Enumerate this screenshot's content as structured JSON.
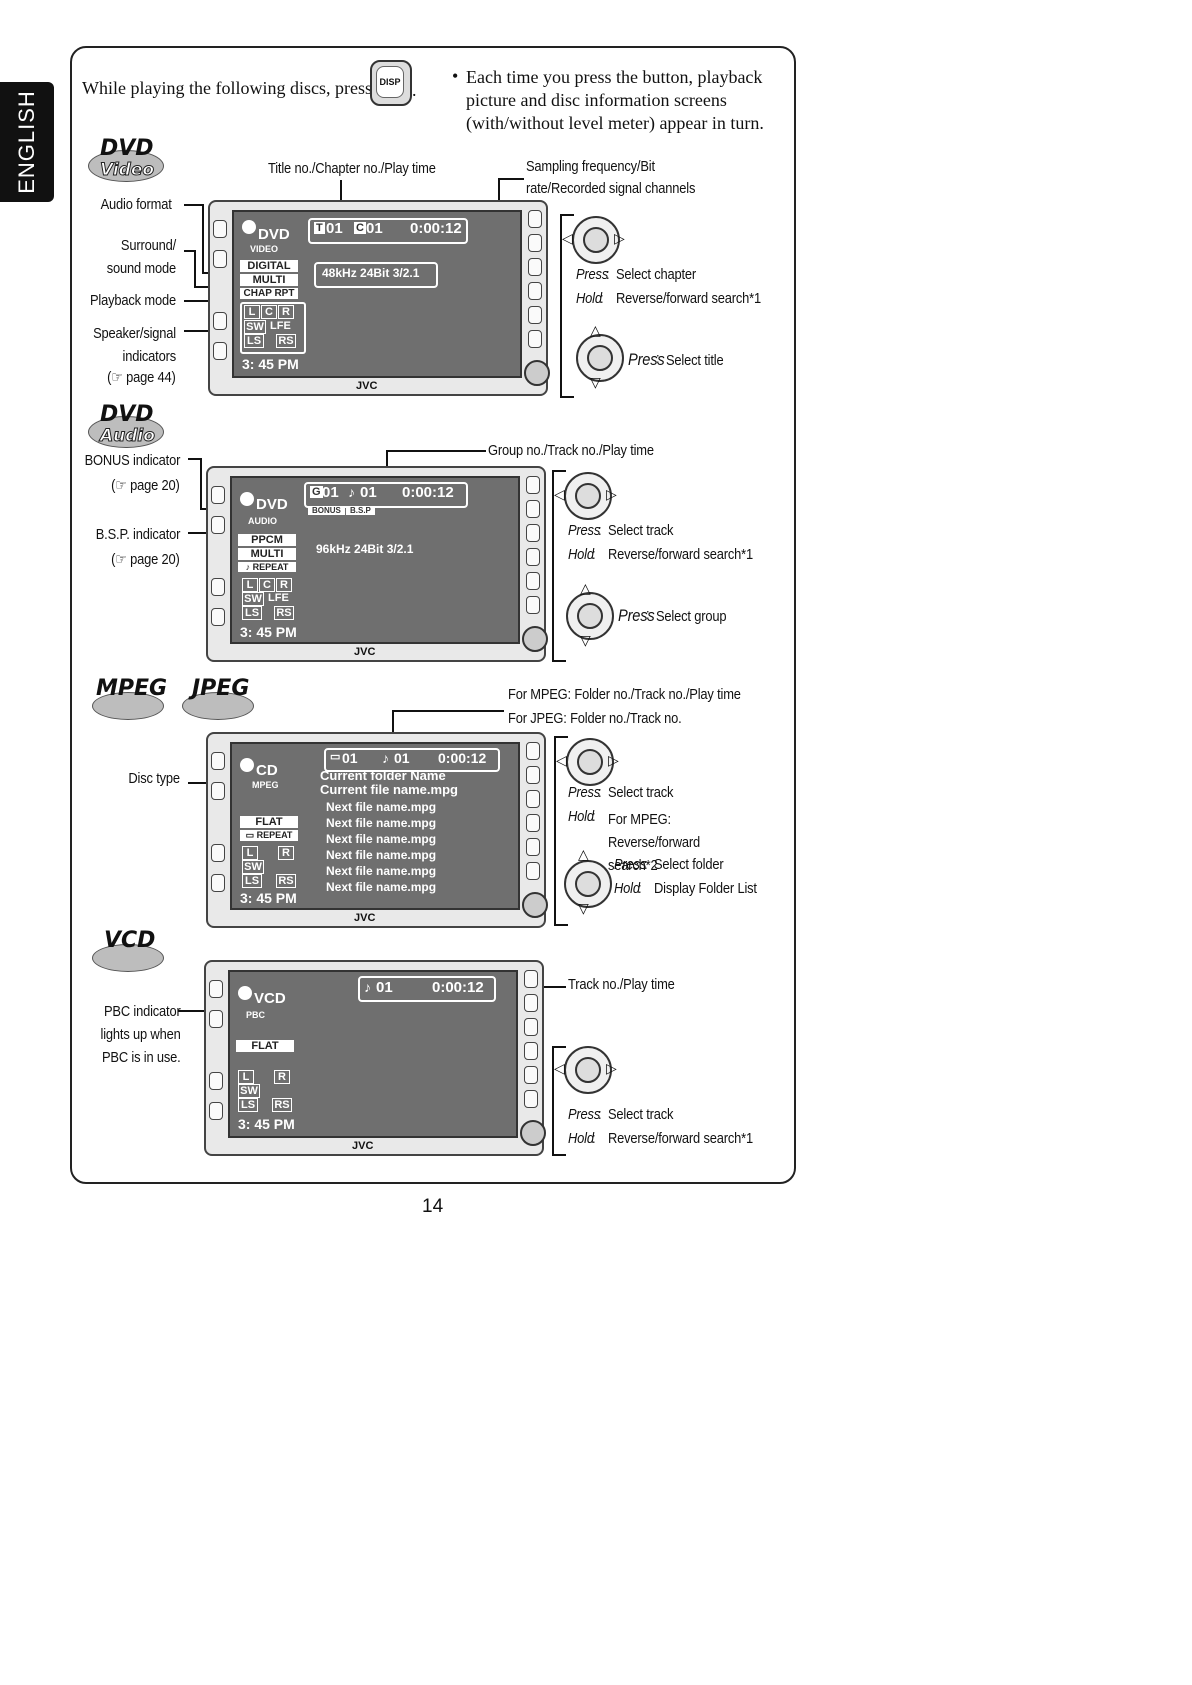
{
  "language_tab": "ENGLISH",
  "intro": {
    "press_text": "While playing the following discs, press",
    "press_suffix": ".",
    "disp_button": "DISP",
    "bullet": "Each time you press the button, playback picture and disc information screens (with/without level meter) appear in turn."
  },
  "brand": "JVC",
  "dvd_video": {
    "logo_top": "DVD",
    "logo_bottom": "Video",
    "callouts": {
      "title_chapter": "Title no./Chapter no./Play time",
      "sampling": "Sampling frequency/Bit rate/Recorded signal channels",
      "audio_format": "Audio format",
      "surround": "Surround/ sound mode",
      "playback_mode": "Playback mode",
      "speaker": "Speaker/signal indicators",
      "speaker_ref": "(☞ page 44)"
    },
    "screen": {
      "t_badge": "T",
      "title_no": "01",
      "c_badge": "C",
      "chapter_no": "01",
      "time": "0:00:12",
      "disc": "DVD",
      "disc_sub": "VIDEO",
      "audio_format": "DIGITAL",
      "surround": "MULTI",
      "playback": "CHAP RPT",
      "signal": "48kHz  24Bit   3/2.1",
      "spk": [
        "L",
        "C",
        "R",
        "SW",
        "LFE",
        "LS",
        "RS"
      ],
      "clock": "3: 45 PM"
    },
    "controls": [
      {
        "mode": "Press",
        "sep": ":",
        "action": "Select chapter"
      },
      {
        "mode": "Hold",
        "sep": ":",
        "action": "Reverse/forward search*1"
      },
      {
        "mode": "Press",
        "sep": ":",
        "action": "Select title"
      }
    ]
  },
  "dvd_audio": {
    "logo_top": "DVD",
    "logo_bottom": "Audio",
    "callouts": {
      "group_track": "Group no./Track no./Play time",
      "bonus": "BONUS indicator",
      "bonus_ref": "(☞ page 20)",
      "bsp": "B.S.P. indicator",
      "bsp_ref": "(☞ page 20)"
    },
    "screen": {
      "g_badge": "G",
      "group_no": "01",
      "track_no": "01",
      "time": "0:00:12",
      "bonus": "BONUS",
      "bsp": "B.S.P",
      "disc": "DVD",
      "disc_sub": "AUDIO",
      "format": "PPCM",
      "surround": "MULTI",
      "repeat": "REPEAT",
      "signal": "96kHz  24Bit   3/2.1",
      "spk": [
        "L",
        "C",
        "R",
        "SW",
        "LFE",
        "LS",
        "RS"
      ],
      "clock": "3: 45 PM"
    },
    "controls": [
      {
        "mode": "Press",
        "sep": ":",
        "action": "Select track"
      },
      {
        "mode": "Hold",
        "sep": ":",
        "action": "Reverse/forward search*1"
      },
      {
        "mode": "Press",
        "sep": ":",
        "action": "Select group"
      }
    ]
  },
  "mpeg_jpeg": {
    "logo_mpeg": "MPEG",
    "logo_jpeg": "JPEG",
    "callouts": {
      "mpeg_line": "For MPEG: Folder no./Track no./Play time",
      "jpeg_line": "For JPEG: Folder no./Track no.",
      "disc_type": "Disc type"
    },
    "screen": {
      "folder_no": "01",
      "track_no": "01",
      "time": "0:00:12",
      "disc": "CD",
      "disc_sub": "MPEG",
      "current_folder": "Current folder Name",
      "current_file": "Current file name.mpg",
      "next_files": [
        "Next file name.mpg",
        "Next file name.mpg",
        "Next file name.mpg",
        "Next file name.mpg",
        "Next file name.mpg",
        "Next file name.mpg"
      ],
      "eq": "FLAT",
      "repeat": "REPEAT",
      "spk": [
        "L",
        "R",
        "SW",
        "LS",
        "RS"
      ],
      "clock": "3: 45 PM"
    },
    "controls": [
      {
        "mode": "Press",
        "sep": ":",
        "action": "Select track"
      },
      {
        "mode": "Hold",
        "sep": ":",
        "action": "For MPEG: Reverse/forward search*2"
      },
      {
        "mode": "Press",
        "sep": ":",
        "action": "Select folder"
      },
      {
        "mode": "Hold",
        "sep": ":",
        "action": "Display Folder List"
      }
    ]
  },
  "vcd": {
    "logo": "VCD",
    "callouts": {
      "track_time": "Track no./Play time",
      "pbc": "PBC indicator lights up when PBC is in use."
    },
    "screen": {
      "track_no": "01",
      "time": "0:00:12",
      "disc": "VCD",
      "disc_sub": "PBC",
      "eq": "FLAT",
      "spk": [
        "L",
        "R",
        "SW",
        "LS",
        "RS"
      ],
      "clock": "3: 45 PM"
    },
    "controls": [
      {
        "mode": "Press",
        "sep": ":",
        "action": "Select track"
      },
      {
        "mode": "Hold",
        "sep": ":",
        "action": "Reverse/forward search*1"
      }
    ]
  },
  "page_number": "14"
}
